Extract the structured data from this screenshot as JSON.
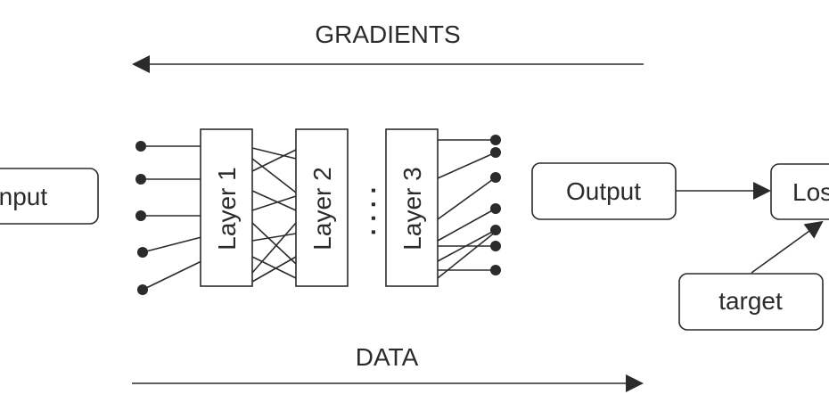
{
  "arrows": {
    "top_label": "GRADIENTS",
    "bottom_label": "DATA"
  },
  "nodes": {
    "input": "Input",
    "layer1": "Layer 1",
    "layer2": "Layer 2",
    "ellipsis": ". . . .",
    "layer3": "Layer 3",
    "output": "Output",
    "loss": "Loss",
    "target": "target"
  }
}
